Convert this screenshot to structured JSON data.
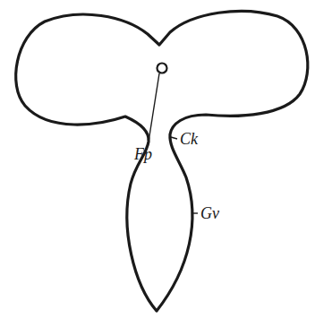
{
  "diagram": {
    "labels": [
      "Fp",
      "Ck",
      "Gv"
    ]
  }
}
